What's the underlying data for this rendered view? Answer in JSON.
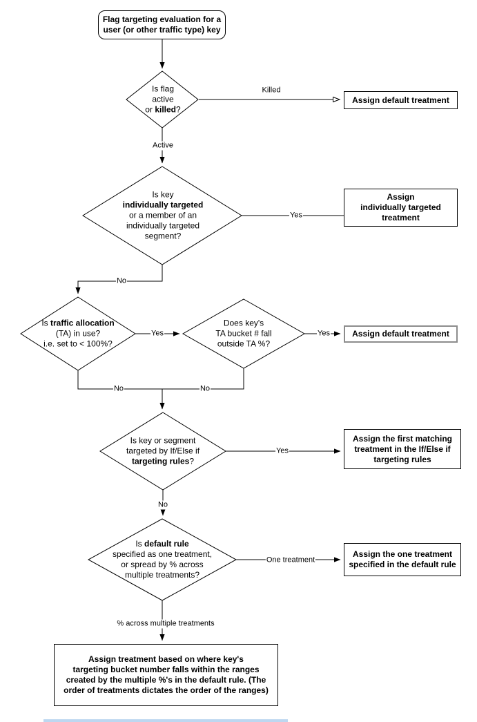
{
  "diagram": {
    "start_text": "Flag targeting evaluation for a\nuser (or other traffic type) key",
    "decisions": {
      "flag_active": [
        {
          "t": "Is flag\nactive\nor "
        },
        {
          "t": "killed",
          "b": true
        },
        {
          "t": "?"
        }
      ],
      "individually_targeted": [
        {
          "t": "Is key\n"
        },
        {
          "t": "individually targeted",
          "b": true
        },
        {
          "t": "\nor a member of an\nindividually targeted\nsegment?"
        }
      ],
      "traffic_allocation": [
        {
          "t": "Is "
        },
        {
          "t": "traffic allocation",
          "b": true
        },
        {
          "t": "\n(TA) in use?\ni.e. set to < 100%?"
        }
      ],
      "ta_bucket": [
        {
          "t": "Does key's\nTA bucket # fall\noutside TA %?"
        }
      ],
      "targeting_rules": [
        {
          "t": "Is key or segment\ntargeted by If/Else if\n"
        },
        {
          "t": "targeting rules",
          "b": true
        },
        {
          "t": "?"
        }
      ],
      "default_rule": [
        {
          "t": "Is "
        },
        {
          "t": "default rule",
          "b": true
        },
        {
          "t": "\nspecified as one treatment,\nor spread by % across\nmultiple treatments?"
        }
      ]
    },
    "outcomes": {
      "default_killed": "Assign default treatment",
      "individually_targeted": "Assign\nindividually targeted\ntreatment",
      "default_ta": "Assign default treatment",
      "first_matching": "Assign the first matching\ntreatment in the If/Else if\ntargeting rules",
      "one_treatment": "Assign the one treatment\nspecified in the default rule",
      "bucket_ranges": "Assign treatment based on where key's\ntargeting bucket number falls within the ranges\ncreated by the multiple %'s in the default rule. (The\norder of treatments dictates the order of the ranges)"
    },
    "edge_labels": {
      "killed": "Killed",
      "active": "Active",
      "yes_individual": "Yes",
      "no_individual": "No",
      "yes_ta": "Yes",
      "yes_bucket": "Yes",
      "no_ta": "No",
      "no_bucket": "No",
      "yes_rules": "Yes",
      "no_rules": "No",
      "one_treatment": "One treatment",
      "pct_across": "% across multiple treatments"
    },
    "colors": {
      "stroke": "#000000",
      "fill": "#ffffff",
      "gray_border": "#8c8c8c",
      "scrollbar": "#bdd7f0"
    }
  }
}
